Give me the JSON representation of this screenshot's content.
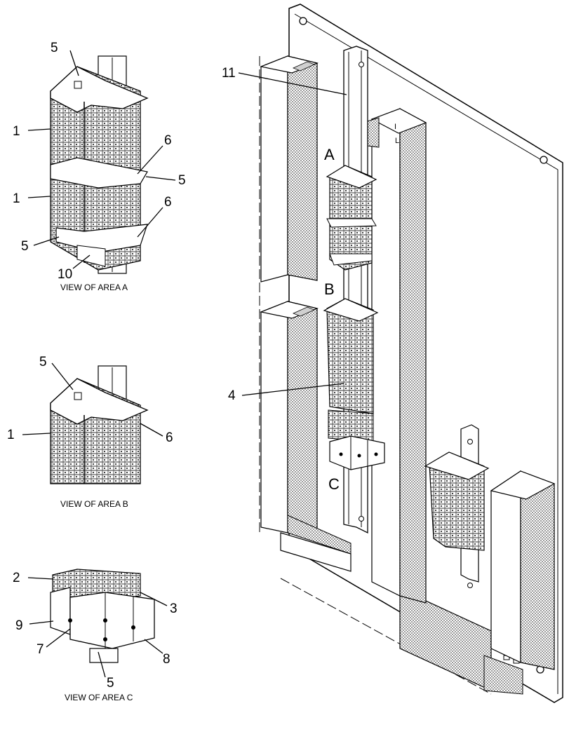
{
  "callouts": {
    "c1": "5",
    "c2": "1",
    "c3": "6",
    "c4": "5",
    "c5": "1",
    "c6": "6",
    "c7": "5",
    "c8": "10",
    "c9": "5",
    "c10": "1",
    "c11": "6",
    "c12": "2",
    "c13": "3",
    "c14": "9",
    "c15": "7",
    "c16": "8",
    "c17": "5",
    "c18": "11",
    "c19": "4"
  },
  "areas": {
    "a": "A",
    "b": "B",
    "c": "C"
  },
  "captions": {
    "view_a": "VIEW OF AREA  A",
    "view_b": "VIEW OF AREA  B",
    "view_c": "VIEW OF AREA  C"
  }
}
